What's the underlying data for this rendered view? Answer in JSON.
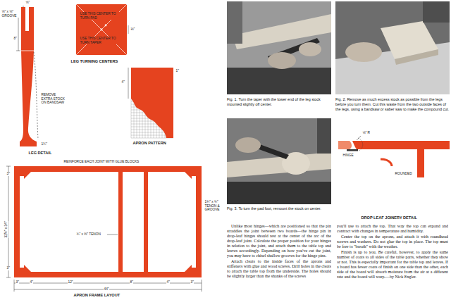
{
  "diagram": {
    "nodes": [
      {
        "text": [
          "Fig. 1. Turn the taper with the lower end of the leg stock mounted slightly off center."
        ]
      },
      {
        "text": [
          "Fig. 2. Remove as much excess stock as possible from the legs before you turn them. Cut this waste from the two outside faces of the legs, using a bandsaw or saber saw to make the compound cut."
        ]
      },
      {
        "text": [
          "Fig. 3. To turn the pad foot, remount the stock on center."
        ]
      }
    ],
    "labels": [
      "⅝\"",
      "⅝\" x ⅝\" GROOVE",
      "8\"",
      "REMOVE EXTRA STOCK ON BANDSAW",
      "1¼\"",
      "LEG DETAIL",
      "USE THIS CENTER TO TURN PAD",
      "USE THIS CENTER TO TURN TAPER",
      "⅛\"",
      "LEG TURNING CENTERS",
      "4\"",
      "1\"",
      "APRON PATTERN",
      "REINFORCE EACH JOINT WITH GLUE BLOCKS",
      "3\"",
      "32½\" x 34\"",
      "3\"",
      "1¾\" x ¾\" TENON & GROOVE",
      "¾\" x ⅜\" TENON",
      "3\"",
      "4\"",
      "12\"",
      "8\"",
      "4\"",
      "3\"",
      "44\"",
      "APRON FRAME LAYOUT",
      "⅝\" R",
      "HINGE",
      "ROUNDED",
      "DROP LEAF JOINERY DETAIL",
      "Unlike most hinges—which are positioned so that the pin straddles the joint between two boards—the hinge pin in drop-leaf hinges should rest at the center of the arc of the drop-leaf joint. Calculate the proper position for your hinges in relation to the joint, and attach them to the table top and leaves accordingly. Depending on how you've cut the joint, you may have to chisel shallow grooves for the hinge pins.",
      "Attach cleats to the inside faces of the aprons and stiffeners with glue and wood screws. Drill holes in the cleats to attach the table top from the underside. The holes should be slightly larger than the shanks of the screws",
      "you'll use to attach the top. That way the top can expand and contract with changes in temperature and humidity.",
      "Center the top on the aprons, and attach it with roundhead screws and washers. Do not glue the top in place. The top must be free to \"breath\" with the weather.",
      "Finish is up to you. Be careful, however, to apply the same number of coats to all sides of the table parts, whether they show or not. This is especially important for the table top and leaves. If a board has fewer coats of finish on one side than the other, each side of the board will absorb moisture from the air at a different rate and the board will warp.—by Nick Engler."
    ]
  }
}
